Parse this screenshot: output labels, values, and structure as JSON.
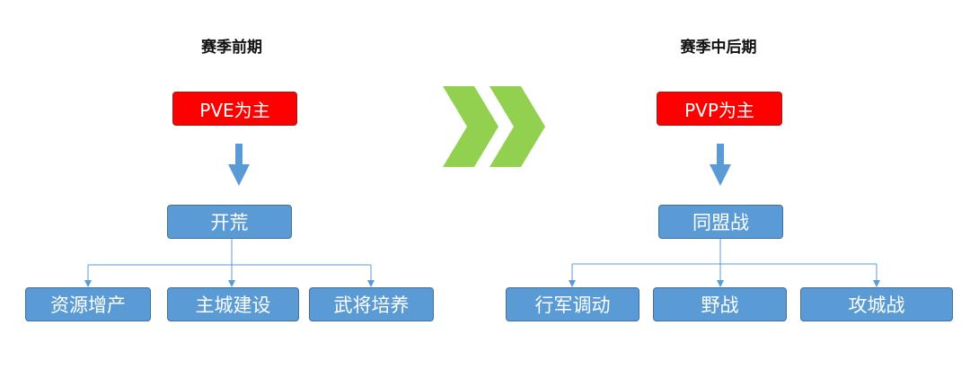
{
  "left": {
    "title": "赛季前期",
    "mode": "PVE为主",
    "main": "开荒",
    "children": [
      "资源增产",
      "主城建设",
      "武将培养"
    ]
  },
  "right": {
    "title": "赛季中后期",
    "mode": "PVP为主",
    "main": "同盟战",
    "children": [
      "行军调动",
      "野战",
      "攻城战"
    ]
  },
  "colors": {
    "mode_box": "#ff0000",
    "node_box": "#5b9bd5",
    "connector": "#5b9bd5",
    "chevron": "#92d050"
  },
  "icons": {
    "transition": "double-chevron-right-icon"
  }
}
